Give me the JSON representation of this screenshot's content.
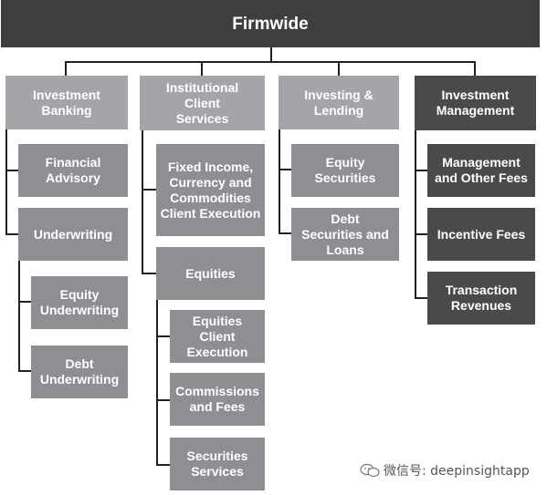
{
  "top": "Firmwide",
  "columns": [
    {
      "label": "Investment\nBanking"
    },
    {
      "label": "Institutional\nClient\nServices"
    },
    {
      "label": "Investing &\nLending"
    },
    {
      "label": "Investment\nManagement"
    }
  ],
  "ib": {
    "financial_advisory": "Financial\nAdvisory",
    "underwriting": "Underwriting",
    "equity_underwriting": "Equity\nUnderwriting",
    "debt_underwriting": "Debt\nUnderwriting"
  },
  "ics": {
    "ficc": "Fixed Income,\nCurrency and\nCommodities\nClient Execution",
    "equities": "Equities",
    "equities_client_execution": "Equities\nClient\nExecution",
    "commissions": "Commissions\nand Fees",
    "securities_services": "Securities\nServices"
  },
  "il": {
    "equity_securities": "Equity\nSecurities",
    "debt_securities": "Debt\nSecurities and\nLoans"
  },
  "im": {
    "management_fees": "Management\nand Other Fees",
    "incentive_fees": "Incentive Fees",
    "transaction_revenues": "Transaction\nRevenues"
  },
  "watermark": "微信号: deepinsightapp",
  "colors": {
    "top": "#3e3e40",
    "light": "#a3a5a8",
    "mid": "#8d8f92",
    "dark": "#4a4a4c"
  }
}
